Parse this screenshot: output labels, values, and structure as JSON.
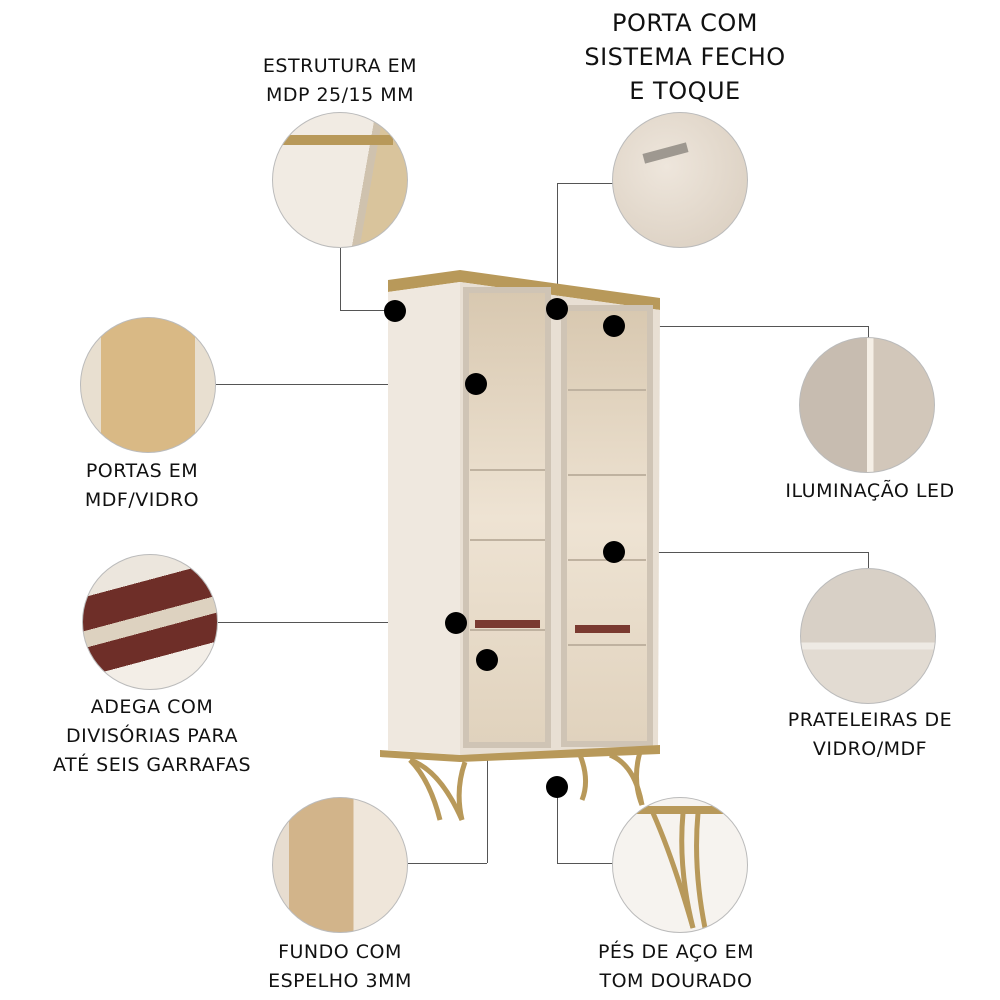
{
  "features": {
    "estrutura": [
      "ESTRUTURA EM",
      "MDP 25/15 MM"
    ],
    "porta_toque": [
      "PORTA COM",
      "SISTEMA FECHO",
      "E TOQUE"
    ],
    "portas": [
      "PORTAS EM",
      "MDF/VIDRO"
    ],
    "led": [
      "ILUMINAÇÃO LED"
    ],
    "adega": [
      "ADEGA COM",
      "DIVISÓRIAS PARA",
      "ATÉ SEIS GARRAFAS"
    ],
    "prateleiras": [
      "PRATELEIRAS DE",
      "VIDRO/MDF"
    ],
    "fundo": [
      "FUNDO COM",
      "ESPELHO 3MM"
    ],
    "pes": [
      "PÉS DE AÇO EM",
      "TOM DOURADO"
    ]
  },
  "colors": {
    "gold": "#b8995a",
    "cream": "#efe8df",
    "dot": "#000000"
  }
}
